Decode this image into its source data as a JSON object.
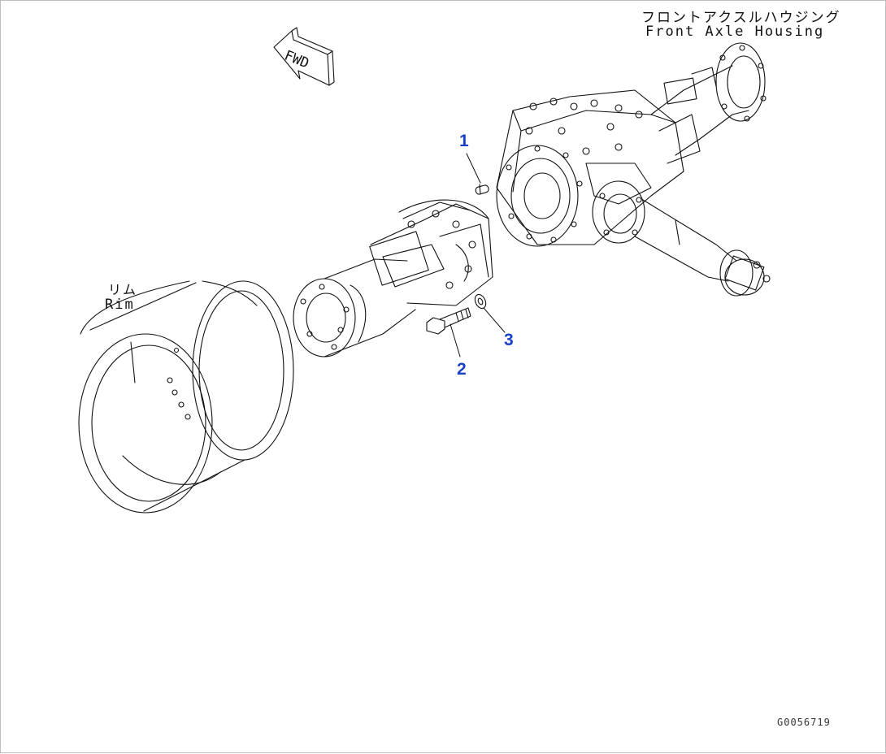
{
  "labels": {
    "housing_jp": "フロントアクスルハウジング",
    "housing_en": "Front Axle Housing",
    "rim_jp": "リム",
    "rim_en": "Rim",
    "fwd": "FWD"
  },
  "callouts": [
    {
      "number": "1"
    },
    {
      "number": "2"
    },
    {
      "number": "3"
    }
  ],
  "drawing_id": "G0056719",
  "colors": {
    "line": "#111111",
    "callout": "#1a3fc8"
  }
}
